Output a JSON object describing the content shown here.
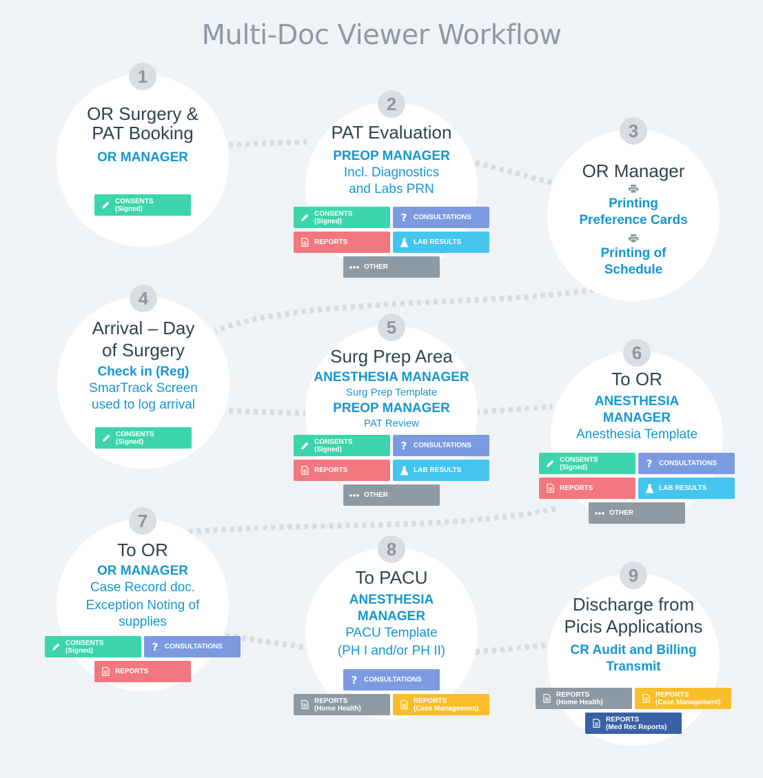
{
  "title": "Multi-Doc Viewer Workflow",
  "tags": {
    "consents": "CONSENTS",
    "signed": "(Signed)",
    "consultations": "CONSULTATIONS",
    "reports": "REPORTS",
    "lab_results": "LAB RESULTS",
    "other": "OTHER",
    "home_health": "(Home Health)",
    "case_management": "(Case Management)",
    "med_rec": "(Med Rec Reports)"
  },
  "steps": [
    {
      "number": "1",
      "title": [
        "OR Surgery &",
        "PAT Booking"
      ],
      "manager": "OR MANAGER"
    },
    {
      "number": "2",
      "title": [
        "PAT Evaluation"
      ],
      "manager": "PREOP MANAGER",
      "note": [
        "Incl. Diagnostics",
        "and Labs PRN"
      ]
    },
    {
      "number": "3",
      "title": [
        "OR Manager"
      ],
      "items": [
        [
          "Printing",
          "Preference Cards"
        ],
        [
          "Printing of",
          "Schedule"
        ]
      ]
    },
    {
      "number": "4",
      "title": [
        "Arrival – Day",
        "of Surgery"
      ],
      "manager": "Check in (Reg)",
      "note": [
        "SmarTrack Screen",
        "used to log arrival"
      ]
    },
    {
      "number": "5",
      "title": [
        "Surg Prep Area"
      ],
      "manager": "ANESTHESIA MANAGER",
      "template": "Surg Prep Template",
      "manager2": "PREOP MANAGER",
      "template2": "PAT Review"
    },
    {
      "number": "6",
      "title": [
        "To OR"
      ],
      "manager": [
        "ANESTHESIA",
        "MANAGER"
      ],
      "note": [
        "Anesthesia Template"
      ]
    },
    {
      "number": "7",
      "title": [
        "To OR"
      ],
      "manager": "OR MANAGER",
      "note": [
        "Case Record doc.",
        "Exception Noting of",
        "supplies"
      ]
    },
    {
      "number": "8",
      "title": [
        "To PACU"
      ],
      "manager": [
        "ANESTHESIA",
        "MANAGER"
      ],
      "note": [
        "PACU Template",
        "(PH I and/or PH II)"
      ]
    },
    {
      "number": "9",
      "title": [
        "Discharge from",
        "Picis Applications"
      ],
      "manager": [
        "CR Audit and Billing",
        "Transmit"
      ]
    }
  ],
  "icons": {
    "consents": "pencil-icon",
    "consultations": "question-icon",
    "reports": "document-icon",
    "lab_results": "flask-icon",
    "other": "ellipsis-icon",
    "printer": "printer-icon"
  },
  "colors": {
    "consents": "#3cd5ab",
    "consultations": "#7b9ae0",
    "reports": "#f3777e",
    "lab_results": "#44c5ee",
    "other": "#8e9aa3",
    "reports_home_health": "#8e9aa3",
    "reports_case_management": "#f9be29",
    "reports_med_rec": "#3a61a5",
    "manager_text": "#1596d2",
    "heading_text": "#2e4450"
  }
}
